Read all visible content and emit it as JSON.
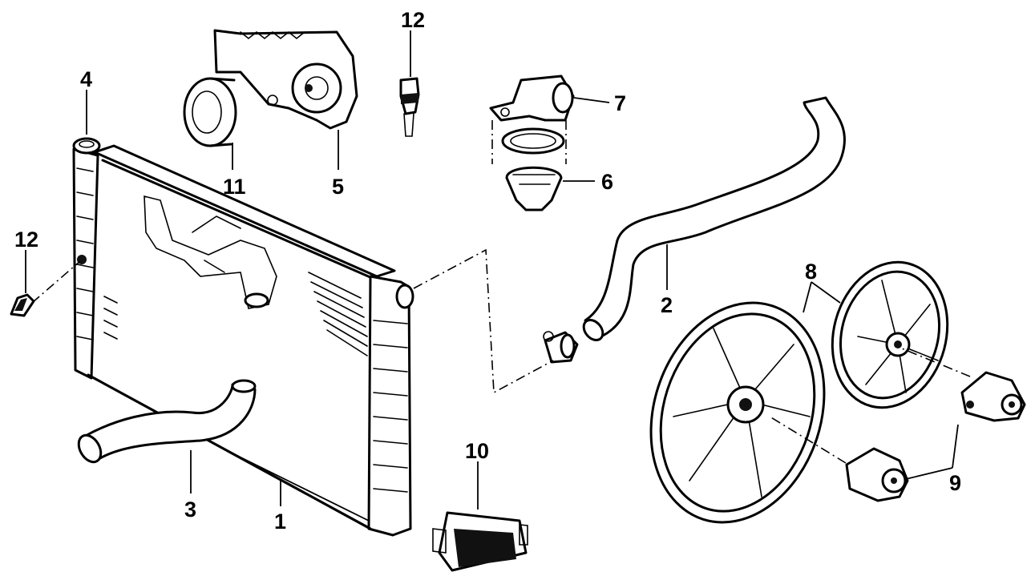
{
  "diagram": {
    "labels": {
      "radiator": "1",
      "upper_hose": "2",
      "lower_hose": "3",
      "cap": "4",
      "water_pump": "5",
      "thermostat": "6",
      "outlet": "7",
      "fans": "8",
      "motors": "9",
      "module": "10",
      "pulley": "11",
      "sensor_top": "12",
      "sensor_left": "12"
    }
  }
}
